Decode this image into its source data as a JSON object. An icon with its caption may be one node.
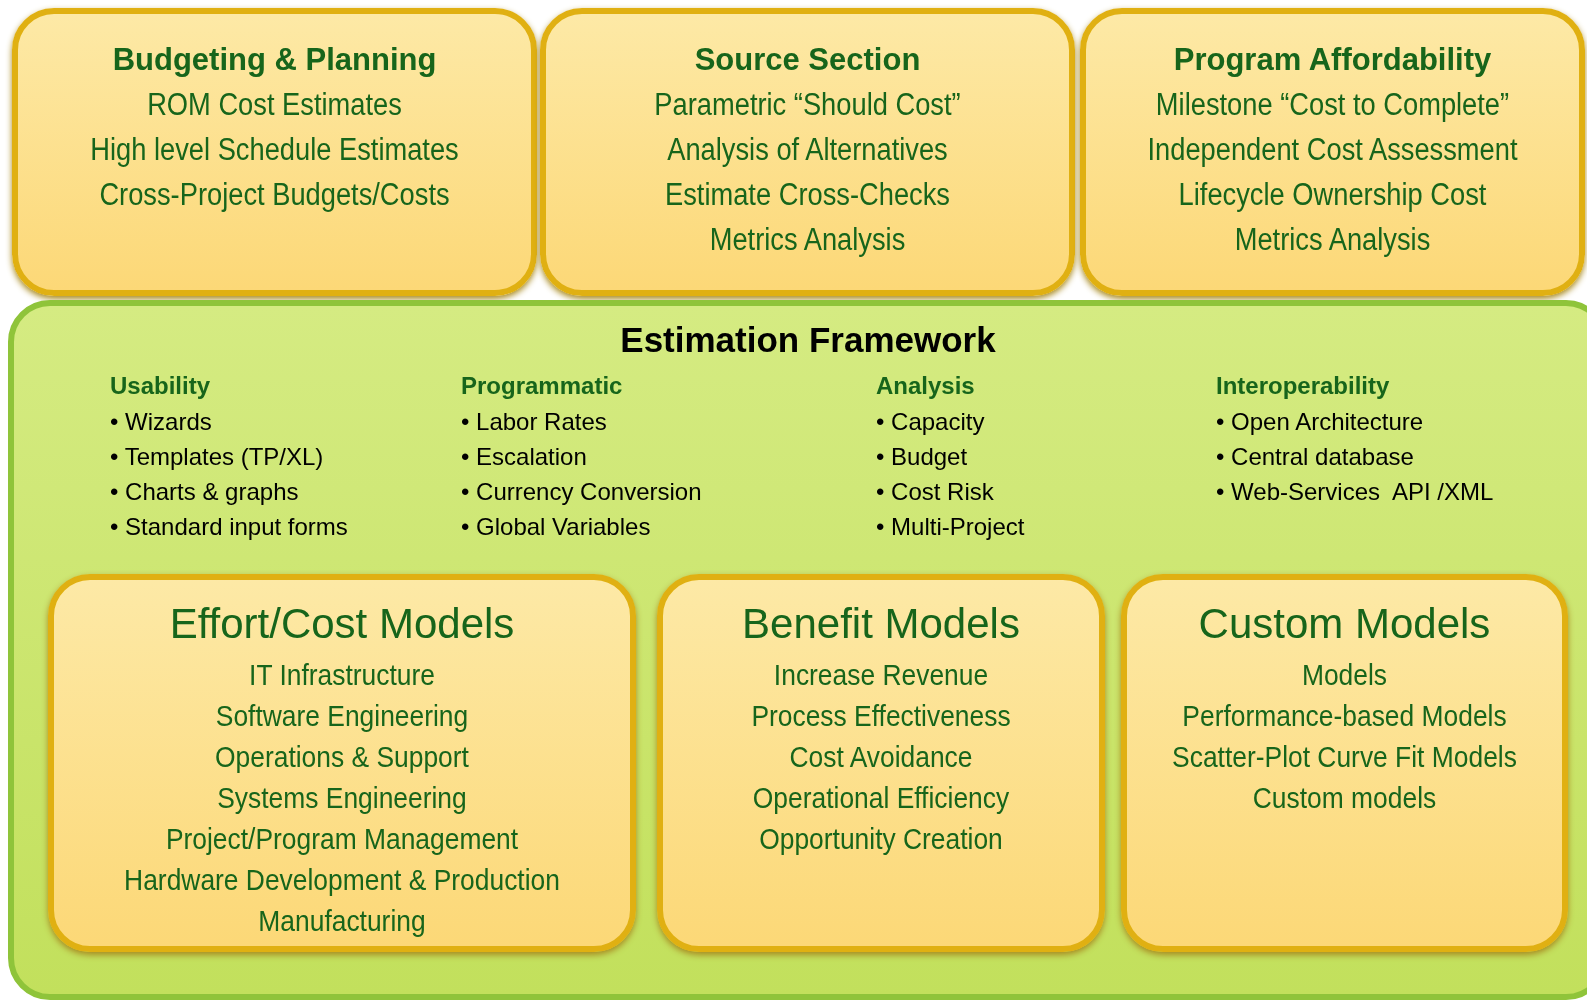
{
  "diagram": {
    "nodes": [
      {
        "text": [
          "Budgeting & Planning",
          "ROM Cost Estimates",
          "High level Schedule Estimates",
          "Cross-Project Budgets/Costs"
        ]
      },
      {
        "text": [
          "Source Section",
          "Parametric “Should Cost”",
          "Analysis of Alternatives",
          "Estimate Cross-Checks",
          "Metrics Analysis"
        ]
      },
      {
        "text": [
          "Program Affordability",
          "Milestone “Cost to Complete”",
          "Independent Cost Assessment",
          "Lifecycle Ownership Cost",
          "Metrics Analysis"
        ]
      },
      {
        "text": [
          "Estimation Framework",
          "Usability",
          "• Wizards",
          "• Templates (TP/XL)",
          "• Charts & graphs",
          "• Standard input forms",
          "Programmatic",
          "• Labor Rates",
          "• Escalation",
          "• Currency Conversion",
          "• Global Variables",
          "Analysis",
          "• Capacity",
          "• Budget",
          "• Cost Risk",
          "• Multi-Project",
          "Interoperability",
          "• Open Architecture",
          "• Central database",
          "• Web-Services  API /XML"
        ]
      },
      {
        "text": [
          "Effort/Cost Models",
          "IT Infrastructure",
          "Software Engineering",
          "Operations & Support",
          "Systems Engineering",
          "Project/Program Management",
          "Hardware Development & Production",
          "Manufacturing"
        ],
        "in": 3
      },
      {
        "text": [
          "Benefit Models",
          "Increase Revenue",
          "Process Effectiveness",
          "Cost Avoidance",
          "Operational Efficiency",
          "Opportunity Creation"
        ],
        "in": 3
      },
      {
        "text": [
          "Custom Models",
          "Models",
          "Performance-based Models",
          "Scatter-Plot Curve Fit Models",
          "Custom models"
        ],
        "in": 3
      }
    ]
  }
}
